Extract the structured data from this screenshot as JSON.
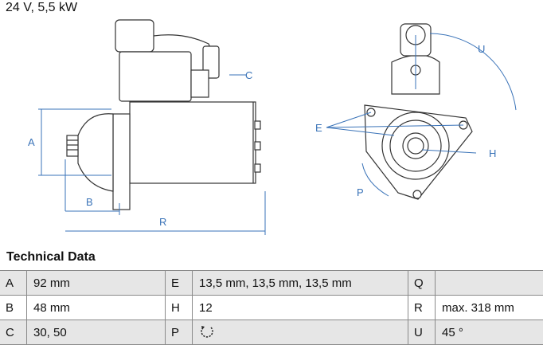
{
  "header": {
    "spec": "24 V, 5,5 kW"
  },
  "drawing": {
    "labels": {
      "A": "A",
      "B": "B",
      "C": "C",
      "R": "R",
      "E": "E",
      "H": "H",
      "P": "P",
      "U": "U"
    },
    "line_color": "#3a73b8"
  },
  "technical": {
    "title": "Technical Data",
    "rows": [
      {
        "k1": "A",
        "v1": "92 mm",
        "k2": "E",
        "v2": "13,5 mm, 13,5 mm, 13,5 mm",
        "k3": "Q",
        "v3": ""
      },
      {
        "k1": "B",
        "v1": "48 mm",
        "k2": "H",
        "v2": "12",
        "k3": "R",
        "v3": "max. 318 mm"
      },
      {
        "k1": "C",
        "v1": "30, 50",
        "k2": "P",
        "v2": "",
        "k3": "U",
        "v3": "45 °"
      }
    ],
    "p_icon": "rotation-arrow-icon"
  }
}
